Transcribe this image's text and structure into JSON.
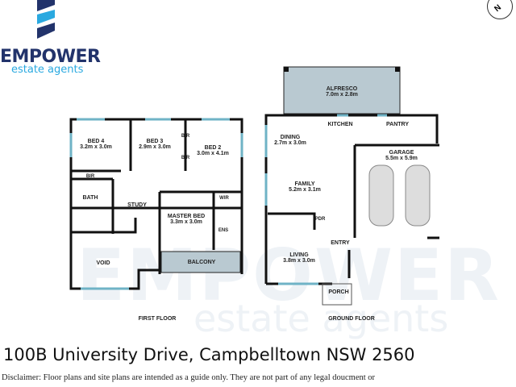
{
  "brand": {
    "name": "EMPOWER",
    "tagline": "estate agents",
    "primary_color": "#22336b",
    "accent_color": "#2aa9e0"
  },
  "compass": {
    "label": "N"
  },
  "watermark": {
    "word": "EMPOWER",
    "sub": "estate agents"
  },
  "first_floor": {
    "title": "FIRST FLOOR",
    "rooms": [
      {
        "name": "BED 4",
        "dims": "3.2m x 3.0m"
      },
      {
        "name": "BED 3",
        "dims": "2.9m x 3.0m"
      },
      {
        "name": "BED 2",
        "dims": "3.0m x 4.1m"
      },
      {
        "name": "BIR",
        "dims": ""
      },
      {
        "name": "BIR",
        "dims": ""
      },
      {
        "name": "BIR",
        "dims": ""
      },
      {
        "name": "BATH",
        "dims": ""
      },
      {
        "name": "STUDY",
        "dims": ""
      },
      {
        "name": "WIR",
        "dims": ""
      },
      {
        "name": "MASTER BED",
        "dims": "3.3m x 3.0m"
      },
      {
        "name": "ENS",
        "dims": ""
      },
      {
        "name": "VOID",
        "dims": ""
      },
      {
        "name": "BALCONY",
        "dims": ""
      }
    ]
  },
  "ground_floor": {
    "title": "GROUND FLOOR",
    "rooms": [
      {
        "name": "ALFRESCO",
        "dims": "7.0m x 2.8m"
      },
      {
        "name": "DINING",
        "dims": "2.7m x 3.0m"
      },
      {
        "name": "KITCHEN",
        "dims": ""
      },
      {
        "name": "PANTRY",
        "dims": ""
      },
      {
        "name": "GARAGE",
        "dims": "5.5m x 5.9m"
      },
      {
        "name": "FAMILY",
        "dims": "5.2m x 3.1m"
      },
      {
        "name": "PDR",
        "dims": ""
      },
      {
        "name": "ENTRY",
        "dims": ""
      },
      {
        "name": "LIVING",
        "dims": "3.8m x 3.0m"
      },
      {
        "name": "PORCH",
        "dims": ""
      }
    ]
  },
  "listing": {
    "address": "100B University Drive, Campbelltown NSW 2560",
    "disclaimer": "Disclaimer: Floor plans and site plans are intended as a guide only. They are not part of any legal doucment or"
  }
}
